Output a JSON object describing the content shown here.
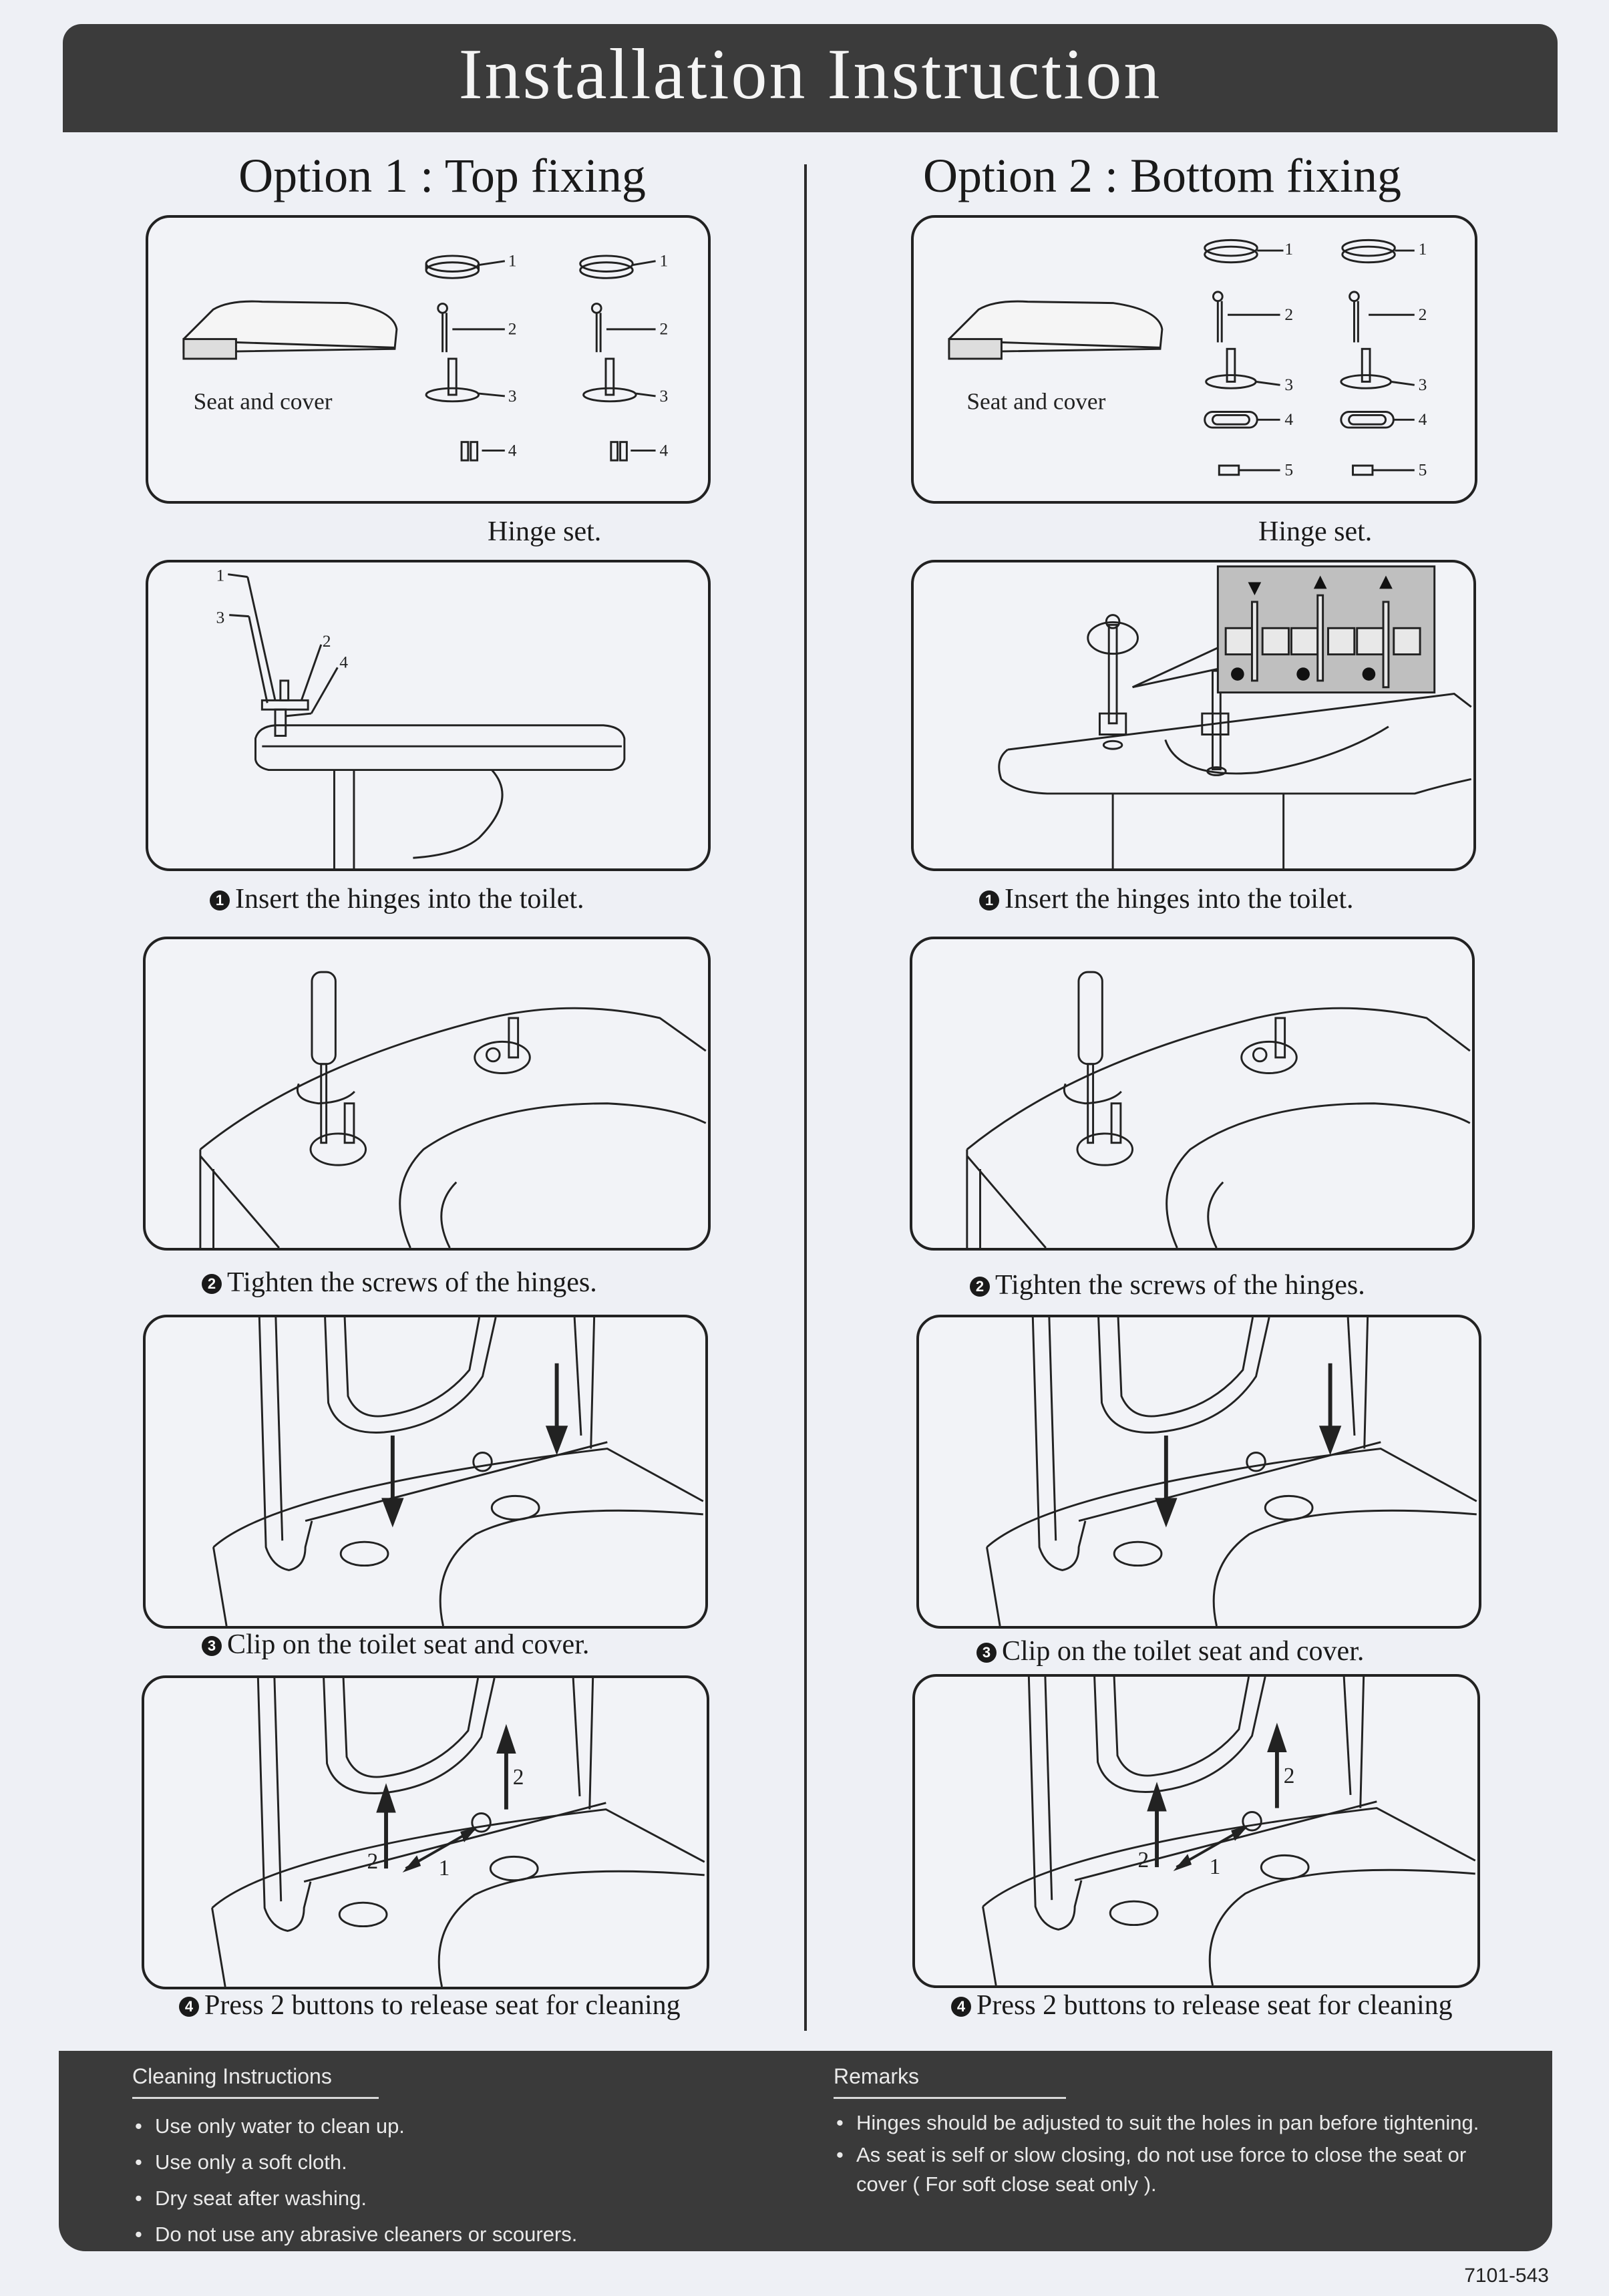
{
  "title": "Installation Instruction",
  "option1": {
    "title": "Option 1 : Top fixing",
    "seat_label": "Seat and cover",
    "hinge_label": "Hinge set."
  },
  "option2": {
    "title": "Option 2 : Bottom fixing",
    "seat_label": "Seat and cover",
    "hinge_label": "Hinge set."
  },
  "parts_numbers": {
    "p1": "1",
    "p2": "2",
    "p3": "3",
    "p4": "4",
    "p5": "5"
  },
  "steps": {
    "s1": {
      "num": "1",
      "text": "Insert the hinges into  the toilet."
    },
    "s2": {
      "num": "2",
      "text": "Tighten the screws of  the hinges."
    },
    "s3": {
      "num": "3",
      "text": "Clip on the toilet seat  and cover."
    },
    "s4": {
      "num": "4",
      "text": "Press 2 buttons to release seat for cleaning"
    }
  },
  "step4_labels": {
    "button": "1",
    "lift": "2"
  },
  "cleaning": {
    "heading": "Cleaning Instructions",
    "items": [
      "Use only water to clean up.",
      "Use only a soft cloth.",
      "Dry seat after washing.",
      "Do not use any abrasive cleaners or scourers."
    ]
  },
  "remarks": {
    "heading": "Remarks",
    "items": [
      "Hinges should be adjusted to suit the holes in pan before tightening.",
      "As seat is self or slow closing, do not use force to close the seat or cover ( For soft close seat only )."
    ]
  },
  "doc_code": "7101-543"
}
